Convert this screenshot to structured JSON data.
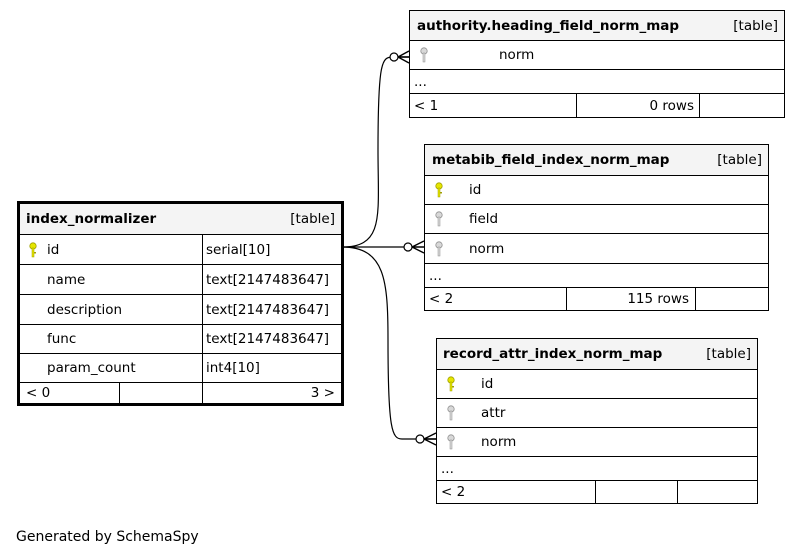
{
  "main_table": {
    "name": "index_normalizer",
    "tag": "[table]",
    "columns": [
      {
        "name": "id",
        "type": "serial[10]",
        "icon": "primary-key-icon"
      },
      {
        "name": "name",
        "type": "text[2147483647]"
      },
      {
        "name": "description",
        "type": "text[2147483647]"
      },
      {
        "name": "func",
        "type": "text[2147483647]"
      },
      {
        "name": "param_count",
        "type": "int4[10]"
      }
    ],
    "footer": {
      "parents": "< 0",
      "middle": "",
      "children": "3 >"
    }
  },
  "related_tables": [
    {
      "name": "authority.heading_field_norm_map",
      "tag": "[table]",
      "columns": [
        {
          "name": "norm",
          "icon": "foreign-key-icon"
        }
      ],
      "ellipsis": "...",
      "footer": {
        "parents": "< 1",
        "rows": "0 rows",
        "children": ""
      }
    },
    {
      "name": "metabib_field_index_norm_map",
      "tag": "[table]",
      "columns": [
        {
          "name": "id",
          "icon": "primary-key-icon"
        },
        {
          "name": "field",
          "icon": "foreign-key-icon"
        },
        {
          "name": "norm",
          "icon": "foreign-key-icon"
        }
      ],
      "ellipsis": "...",
      "footer": {
        "parents": "< 2",
        "rows": "115 rows",
        "children": ""
      }
    },
    {
      "name": "record_attr_index_norm_map",
      "tag": "[table]",
      "columns": [
        {
          "name": "id",
          "icon": "primary-key-icon"
        },
        {
          "name": "attr",
          "icon": "foreign-key-icon"
        },
        {
          "name": "norm",
          "icon": "foreign-key-icon"
        }
      ],
      "ellipsis": "...",
      "footer": {
        "parents": "< 2",
        "rows": "",
        "children": ""
      }
    }
  ],
  "colors": {
    "primary_key": "#e6e600",
    "foreign_key": "#b0b0b0",
    "header_bg": "#f4f4f4"
  },
  "generated_by": "Generated by SchemaSpy"
}
